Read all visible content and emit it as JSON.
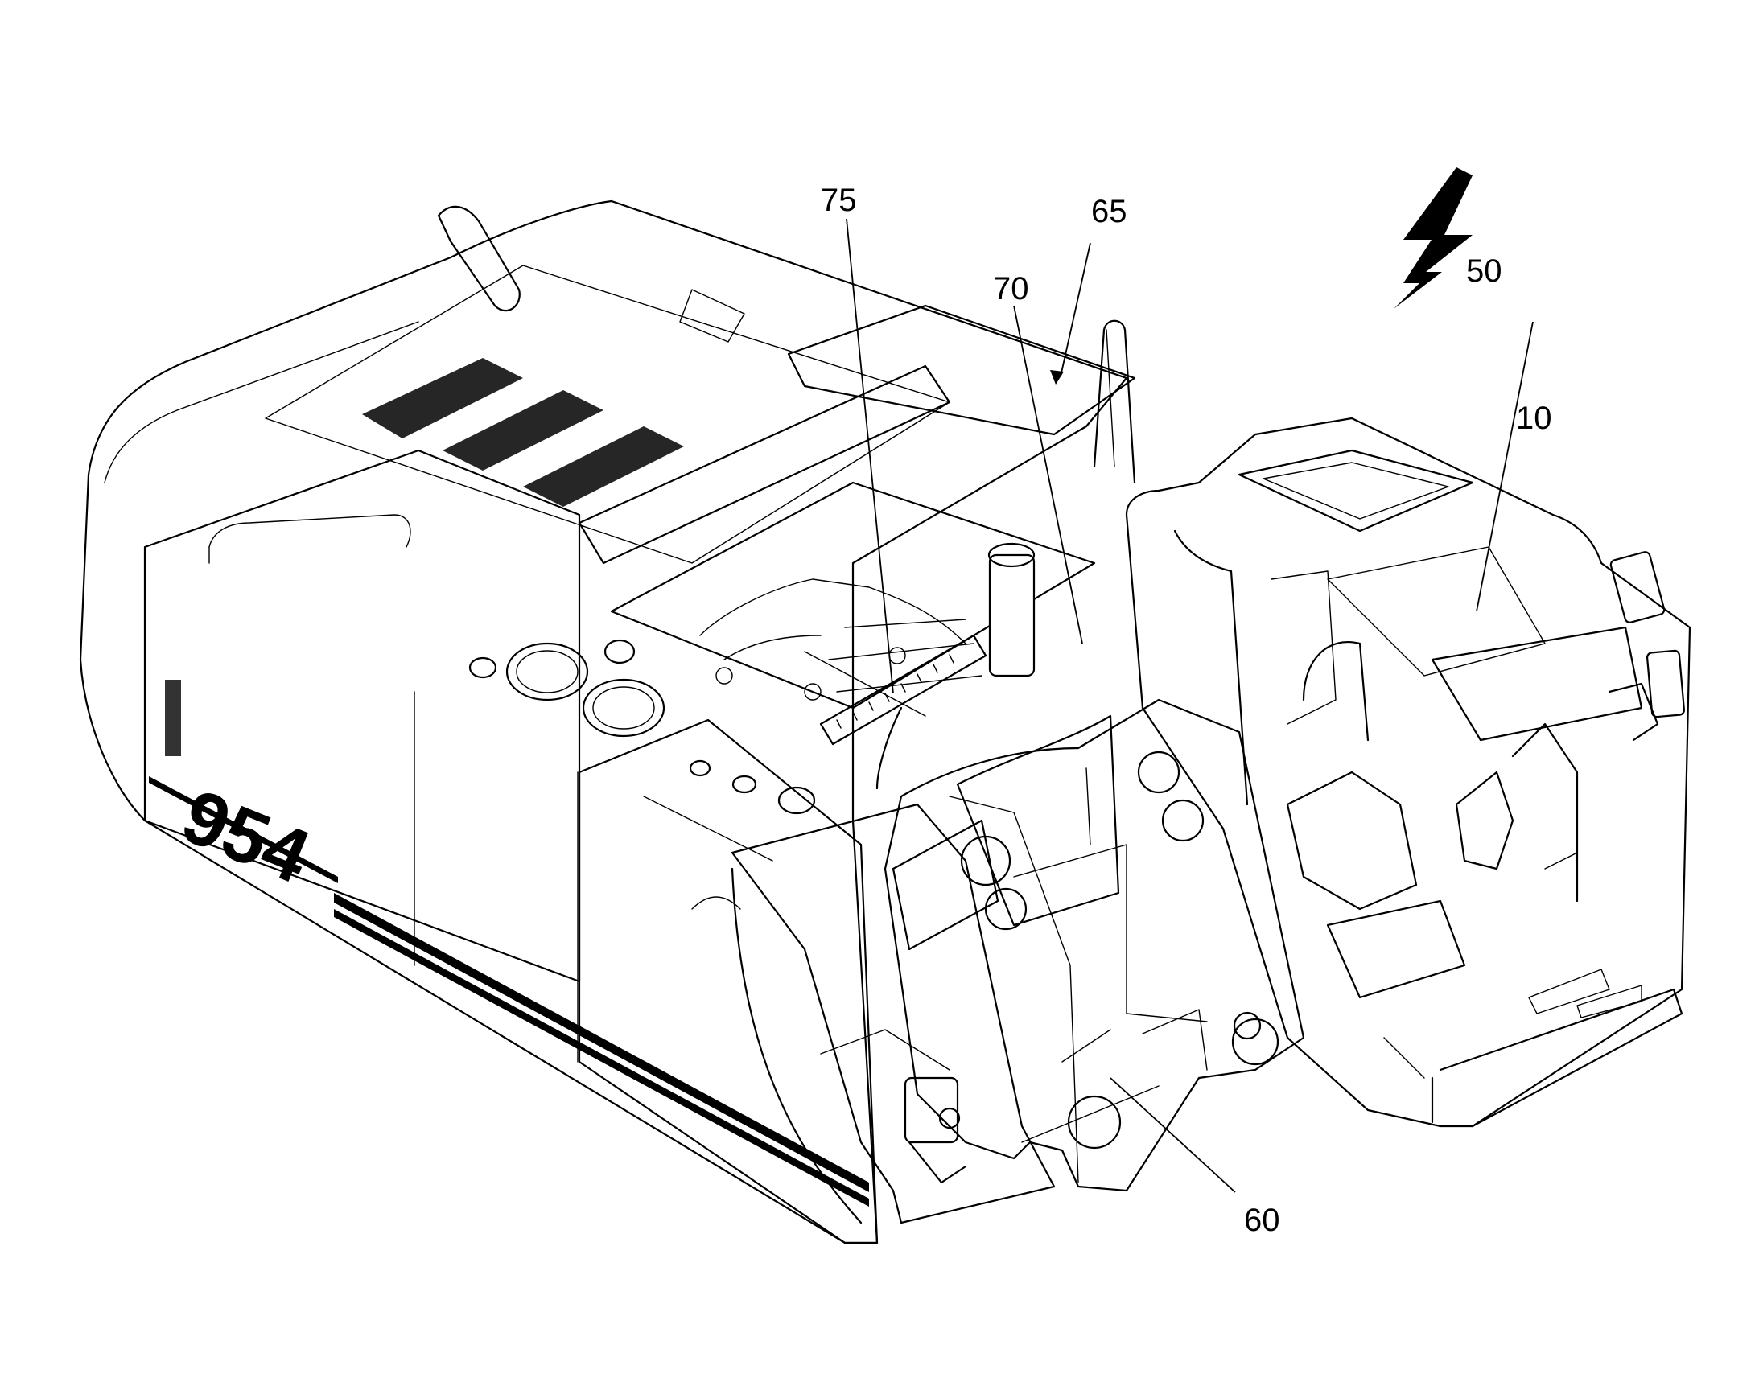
{
  "figure": {
    "labels": {
      "ref_75": "75",
      "ref_65": "65",
      "ref_70": "70",
      "ref_50": "50",
      "ref_10": "10",
      "ref_60": "60"
    },
    "model_marking": "954",
    "icons": [
      "view-direction-arrow-icon",
      "machine-superstructure-drawing"
    ]
  }
}
